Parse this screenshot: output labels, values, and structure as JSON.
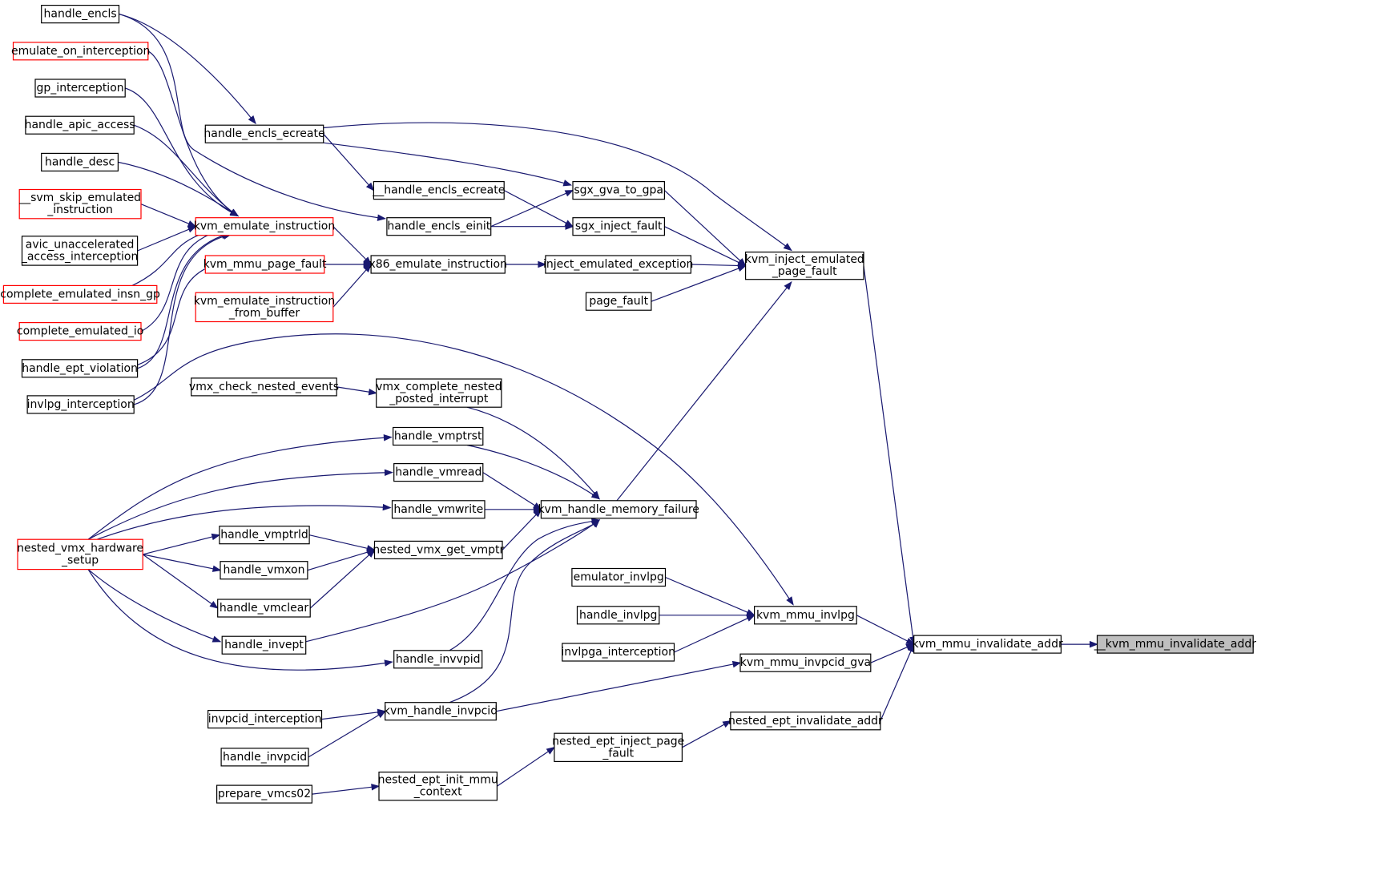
{
  "colors": {
    "edge": "#191970",
    "node_border": "#000000",
    "node_border_incomplete": "#ff0000",
    "root_fill": "#bfbfbf",
    "node_fill": "#ffffff"
  },
  "nodes": [
    {
      "id": "kvm_mmu_invalidate_addr_root",
      "lines": [
        "__kvm_mmu_invalidate_addr"
      ],
      "kind": "root"
    },
    {
      "id": "kvm_mmu_invalidate_addr",
      "lines": [
        "kvm_mmu_invalidate_addr"
      ],
      "kind": "normal"
    },
    {
      "id": "kvm_inject_emulated_page_fault",
      "lines": [
        "kvm_inject_emulated",
        "_page_fault"
      ],
      "kind": "normal"
    },
    {
      "id": "kvm_mmu_invlpg",
      "lines": [
        "kvm_mmu_invlpg"
      ],
      "kind": "normal"
    },
    {
      "id": "kvm_mmu_invpcid_gva",
      "lines": [
        "kvm_mmu_invpcid_gva"
      ],
      "kind": "normal"
    },
    {
      "id": "nested_ept_invalidate_addr",
      "lines": [
        "nested_ept_invalidate_addr"
      ],
      "kind": "normal"
    },
    {
      "id": "sgx_gva_to_gpa",
      "lines": [
        "sgx_gva_to_gpa"
      ],
      "kind": "normal"
    },
    {
      "id": "sgx_inject_fault",
      "lines": [
        "sgx_inject_fault"
      ],
      "kind": "normal"
    },
    {
      "id": "inject_emulated_exception",
      "lines": [
        "inject_emulated_exception"
      ],
      "kind": "normal"
    },
    {
      "id": "page_fault",
      "lines": [
        "page_fault"
      ],
      "kind": "normal"
    },
    {
      "id": "kvm_handle_memory_failure",
      "lines": [
        "kvm_handle_memory_failure"
      ],
      "kind": "normal"
    },
    {
      "id": "emulator_invlpg",
      "lines": [
        "emulator_invlpg"
      ],
      "kind": "normal"
    },
    {
      "id": "handle_invlpg",
      "lines": [
        "handle_invlpg"
      ],
      "kind": "normal"
    },
    {
      "id": "invlpga_interception",
      "lines": [
        "invlpga_interception"
      ],
      "kind": "normal"
    },
    {
      "id": "kvm_handle_invpcid",
      "lines": [
        "kvm_handle_invpcid"
      ],
      "kind": "normal"
    },
    {
      "id": "nested_ept_inject_page_fault",
      "lines": [
        "nested_ept_inject_page",
        "_fault"
      ],
      "kind": "normal"
    },
    {
      "id": "nested_ept_init_mmu_context",
      "lines": [
        "nested_ept_init_mmu",
        "_context"
      ],
      "kind": "normal"
    },
    {
      "id": "prepare_vmcs02",
      "lines": [
        "prepare_vmcs02"
      ],
      "kind": "normal"
    },
    {
      "id": "invpcid_interception",
      "lines": [
        "invpcid_interception"
      ],
      "kind": "normal"
    },
    {
      "id": "handle_invpcid",
      "lines": [
        "handle_invpcid"
      ],
      "kind": "normal"
    },
    {
      "id": "handle_encls_ecreate",
      "lines": [
        "handle_encls_ecreate"
      ],
      "kind": "normal"
    },
    {
      "id": "__handle_encls_ecreate",
      "lines": [
        "__handle_encls_ecreate"
      ],
      "kind": "normal"
    },
    {
      "id": "handle_encls_einit",
      "lines": [
        "handle_encls_einit"
      ],
      "kind": "normal"
    },
    {
      "id": "handle_encls",
      "lines": [
        "handle_encls"
      ],
      "kind": "normal"
    },
    {
      "id": "x86_emulate_instruction",
      "lines": [
        "x86_emulate_instruction"
      ],
      "kind": "normal"
    },
    {
      "id": "kvm_emulate_instruction",
      "lines": [
        "kvm_emulate_instruction"
      ],
      "kind": "incomplete"
    },
    {
      "id": "kvm_mmu_page_fault",
      "lines": [
        "kvm_mmu_page_fault"
      ],
      "kind": "incomplete"
    },
    {
      "id": "kvm_emulate_instruction_from_buffer",
      "lines": [
        "kvm_emulate_instruction",
        "_from_buffer"
      ],
      "kind": "incomplete"
    },
    {
      "id": "emulate_on_interception",
      "lines": [
        "emulate_on_interception"
      ],
      "kind": "incomplete"
    },
    {
      "id": "gp_interception",
      "lines": [
        "gp_interception"
      ],
      "kind": "normal"
    },
    {
      "id": "handle_apic_access",
      "lines": [
        "handle_apic_access"
      ],
      "kind": "normal"
    },
    {
      "id": "handle_desc",
      "lines": [
        "handle_desc"
      ],
      "kind": "normal"
    },
    {
      "id": "__svm_skip_emulated_instruction",
      "lines": [
        "__svm_skip_emulated",
        "_instruction"
      ],
      "kind": "incomplete"
    },
    {
      "id": "avic_unaccelerated_access_interception",
      "lines": [
        "avic_unaccelerated",
        "_access_interception"
      ],
      "kind": "normal"
    },
    {
      "id": "complete_emulated_insn_gp",
      "lines": [
        "complete_emulated_insn_gp"
      ],
      "kind": "incomplete"
    },
    {
      "id": "complete_emulated_io",
      "lines": [
        "complete_emulated_io"
      ],
      "kind": "incomplete"
    },
    {
      "id": "handle_ept_violation",
      "lines": [
        "handle_ept_violation"
      ],
      "kind": "normal"
    },
    {
      "id": "invlpg_interception",
      "lines": [
        "invlpg_interception"
      ],
      "kind": "normal"
    },
    {
      "id": "vmx_complete_nested_posted_interrupt",
      "lines": [
        "vmx_complete_nested",
        "_posted_interrupt"
      ],
      "kind": "normal"
    },
    {
      "id": "vmx_check_nested_events",
      "lines": [
        "vmx_check_nested_events"
      ],
      "kind": "normal"
    },
    {
      "id": "handle_vmptrst",
      "lines": [
        "handle_vmptrst"
      ],
      "kind": "normal"
    },
    {
      "id": "handle_vmread",
      "lines": [
        "handle_vmread"
      ],
      "kind": "normal"
    },
    {
      "id": "handle_vmwrite",
      "lines": [
        "handle_vmwrite"
      ],
      "kind": "normal"
    },
    {
      "id": "nested_vmx_get_vmptr",
      "lines": [
        "nested_vmx_get_vmptr"
      ],
      "kind": "normal"
    },
    {
      "id": "handle_vmptrld",
      "lines": [
        "handle_vmptrld"
      ],
      "kind": "normal"
    },
    {
      "id": "handle_vmxon",
      "lines": [
        "handle_vmxon"
      ],
      "kind": "normal"
    },
    {
      "id": "handle_vmclear",
      "lines": [
        "handle_vmclear"
      ],
      "kind": "normal"
    },
    {
      "id": "handle_invept",
      "lines": [
        "handle_invept"
      ],
      "kind": "normal"
    },
    {
      "id": "handle_invvpid",
      "lines": [
        "handle_invvpid"
      ],
      "kind": "normal"
    },
    {
      "id": "nested_vmx_hardware_setup",
      "lines": [
        "nested_vmx_hardware",
        "_setup"
      ],
      "kind": "incomplete"
    }
  ],
  "edges": [
    {
      "from": "kvm_mmu_invalidate_addr",
      "to": "kvm_mmu_invalidate_addr_root"
    },
    {
      "from": "kvm_inject_emulated_page_fault",
      "to": "kvm_mmu_invalidate_addr"
    },
    {
      "from": "kvm_mmu_invlpg",
      "to": "kvm_mmu_invalidate_addr"
    },
    {
      "from": "kvm_mmu_invpcid_gva",
      "to": "kvm_mmu_invalidate_addr"
    },
    {
      "from": "nested_ept_invalidate_addr",
      "to": "kvm_mmu_invalidate_addr"
    },
    {
      "from": "sgx_gva_to_gpa",
      "to": "kvm_inject_emulated_page_fault"
    },
    {
      "from": "sgx_inject_fault",
      "to": "kvm_inject_emulated_page_fault"
    },
    {
      "from": "inject_emulated_exception",
      "to": "kvm_inject_emulated_page_fault"
    },
    {
      "from": "page_fault",
      "to": "kvm_inject_emulated_page_fault"
    },
    {
      "from": "kvm_handle_memory_failure",
      "to": "kvm_inject_emulated_page_fault"
    },
    {
      "from": "handle_encls_ecreate",
      "to": "kvm_inject_emulated_page_fault"
    },
    {
      "from": "emulator_invlpg",
      "to": "kvm_mmu_invlpg"
    },
    {
      "from": "handle_invlpg",
      "to": "kvm_mmu_invlpg"
    },
    {
      "from": "invlpga_interception",
      "to": "kvm_mmu_invlpg"
    },
    {
      "from": "invlpg_interception",
      "to": "kvm_mmu_invlpg"
    },
    {
      "from": "kvm_handle_invpcid",
      "to": "kvm_mmu_invpcid_gva"
    },
    {
      "from": "nested_ept_inject_page_fault",
      "to": "nested_ept_invalidate_addr"
    },
    {
      "from": "nested_ept_init_mmu_context",
      "to": "nested_ept_inject_page_fault"
    },
    {
      "from": "prepare_vmcs02",
      "to": "nested_ept_init_mmu_context"
    },
    {
      "from": "invpcid_interception",
      "to": "kvm_handle_invpcid"
    },
    {
      "from": "handle_invpcid",
      "to": "kvm_handle_invpcid"
    },
    {
      "from": "handle_encls_ecreate",
      "to": "sgx_gva_to_gpa"
    },
    {
      "from": "handle_encls_einit",
      "to": "sgx_gva_to_gpa"
    },
    {
      "from": "handle_encls_ecreate",
      "to": "__handle_encls_ecreate"
    },
    {
      "from": "__handle_encls_ecreate",
      "to": "sgx_inject_fault"
    },
    {
      "from": "handle_encls_einit",
      "to": "sgx_inject_fault"
    },
    {
      "from": "handle_encls",
      "to": "handle_encls_ecreate"
    },
    {
      "from": "handle_encls",
      "to": "handle_encls_einit"
    },
    {
      "from": "x86_emulate_instruction",
      "to": "inject_emulated_exception"
    },
    {
      "from": "kvm_emulate_instruction",
      "to": "x86_emulate_instruction"
    },
    {
      "from": "kvm_mmu_page_fault",
      "to": "x86_emulate_instruction"
    },
    {
      "from": "kvm_emulate_instruction_from_buffer",
      "to": "x86_emulate_instruction"
    },
    {
      "from": "emulate_on_interception",
      "to": "kvm_emulate_instruction"
    },
    {
      "from": "gp_interception",
      "to": "kvm_emulate_instruction"
    },
    {
      "from": "handle_apic_access",
      "to": "kvm_emulate_instruction"
    },
    {
      "from": "handle_desc",
      "to": "kvm_emulate_instruction"
    },
    {
      "from": "__svm_skip_emulated_instruction",
      "to": "kvm_emulate_instruction"
    },
    {
      "from": "avic_unaccelerated_access_interception",
      "to": "kvm_emulate_instruction"
    },
    {
      "from": "complete_emulated_insn_gp",
      "to": "kvm_emulate_instruction"
    },
    {
      "from": "complete_emulated_io",
      "to": "kvm_emulate_instruction"
    },
    {
      "from": "handle_ept_violation",
      "to": "kvm_emulate_instruction"
    },
    {
      "from": "invlpg_interception",
      "to": "kvm_emulate_instruction"
    },
    {
      "from": "handle_ept_violation",
      "to": "kvm_mmu_page_fault"
    },
    {
      "from": "vmx_complete_nested_posted_interrupt",
      "to": "kvm_handle_memory_failure"
    },
    {
      "from": "vmx_check_nested_events",
      "to": "vmx_complete_nested_posted_interrupt"
    },
    {
      "from": "handle_vmptrst",
      "to": "kvm_handle_memory_failure"
    },
    {
      "from": "handle_vmread",
      "to": "kvm_handle_memory_failure"
    },
    {
      "from": "handle_vmwrite",
      "to": "kvm_handle_memory_failure"
    },
    {
      "from": "nested_vmx_get_vmptr",
      "to": "kvm_handle_memory_failure"
    },
    {
      "from": "handle_invept",
      "to": "kvm_handle_memory_failure"
    },
    {
      "from": "handle_invvpid",
      "to": "kvm_handle_memory_failure"
    },
    {
      "from": "kvm_handle_invpcid",
      "to": "kvm_handle_memory_failure"
    },
    {
      "from": "handle_vmptrld",
      "to": "nested_vmx_get_vmptr"
    },
    {
      "from": "handle_vmxon",
      "to": "nested_vmx_get_vmptr"
    },
    {
      "from": "handle_vmclear",
      "to": "nested_vmx_get_vmptr"
    },
    {
      "from": "nested_vmx_hardware_setup",
      "to": "handle_vmptrst"
    },
    {
      "from": "nested_vmx_hardware_setup",
      "to": "handle_vmread"
    },
    {
      "from": "nested_vmx_hardware_setup",
      "to": "handle_vmwrite"
    },
    {
      "from": "nested_vmx_hardware_setup",
      "to": "handle_vmptrld"
    },
    {
      "from": "nested_vmx_hardware_setup",
      "to": "handle_vmxon"
    },
    {
      "from": "nested_vmx_hardware_setup",
      "to": "handle_vmclear"
    },
    {
      "from": "nested_vmx_hardware_setup",
      "to": "handle_invept"
    },
    {
      "from": "nested_vmx_hardware_setup",
      "to": "handle_invvpid"
    }
  ]
}
